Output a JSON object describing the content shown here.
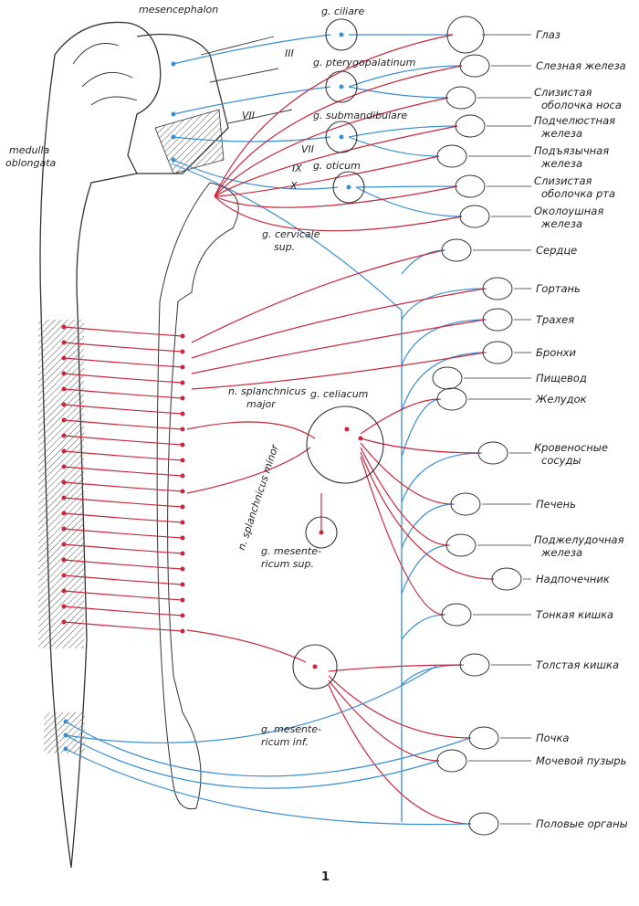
{
  "colors": {
    "sympathetic": "#c8283c",
    "parasympathetic": "#3a8fd0",
    "outline": "#333333"
  },
  "latin_labels": {
    "mesencephalon": "mesencephalon",
    "medulla_1": "medulla",
    "medulla_2": "oblongata",
    "g_ciliare": "g. ciliare",
    "g_pterygopalatinum": "g. pterygopalatinum",
    "g_submandibulare": "g. submandibulare",
    "g_oticum": "g. oticum",
    "g_cervicale_1": "g. cervicale",
    "g_cervicale_2": "sup.",
    "n_splanchnicus_major_1": "n. splanchnicus",
    "n_splanchnicus_major_2": "major",
    "n_splanchnicus_minor": "n. splanchnicus minor",
    "g_celiacum": "g. celiacum",
    "g_mes_sup_1": "g. mesente-",
    "g_mes_sup_2": "ricum sup.",
    "g_mes_inf_1": "g. mesente-",
    "g_mes_inf_2": "ricum inf."
  },
  "cranial_nerves": {
    "III": "III",
    "VII_a": "VII",
    "VII_b": "VII",
    "IX": "IX",
    "X": "X"
  },
  "organs": [
    {
      "l1": "Глаз"
    },
    {
      "l1": "Слезная железа"
    },
    {
      "l1": "Слизистая",
      "l2": "оболочка носа"
    },
    {
      "l1": "Подчелюстная",
      "l2": "железа"
    },
    {
      "l1": "Подъязычная",
      "l2": "железа"
    },
    {
      "l1": "Слизистая",
      "l2": "оболочка рта"
    },
    {
      "l1": "Околоушная",
      "l2": "железа"
    },
    {
      "l1": "Сердце"
    },
    {
      "l1": "Гортань"
    },
    {
      "l1": "Трахея"
    },
    {
      "l1": "Бронхи"
    },
    {
      "l1": "Пищевод"
    },
    {
      "l1": "Желудок"
    },
    {
      "l1": "Кровеносные",
      "l2": "сосуды"
    },
    {
      "l1": "Печень"
    },
    {
      "l1": "Поджелудочная",
      "l2": "железа"
    },
    {
      "l1": "Надпочечник"
    },
    {
      "l1": "Тонкая кишка"
    },
    {
      "l1": "Толстая кишка"
    },
    {
      "l1": "Почка"
    },
    {
      "l1": "Мочевой пузырь"
    },
    {
      "l1": "Половые органы"
    }
  ],
  "page_number": "1"
}
